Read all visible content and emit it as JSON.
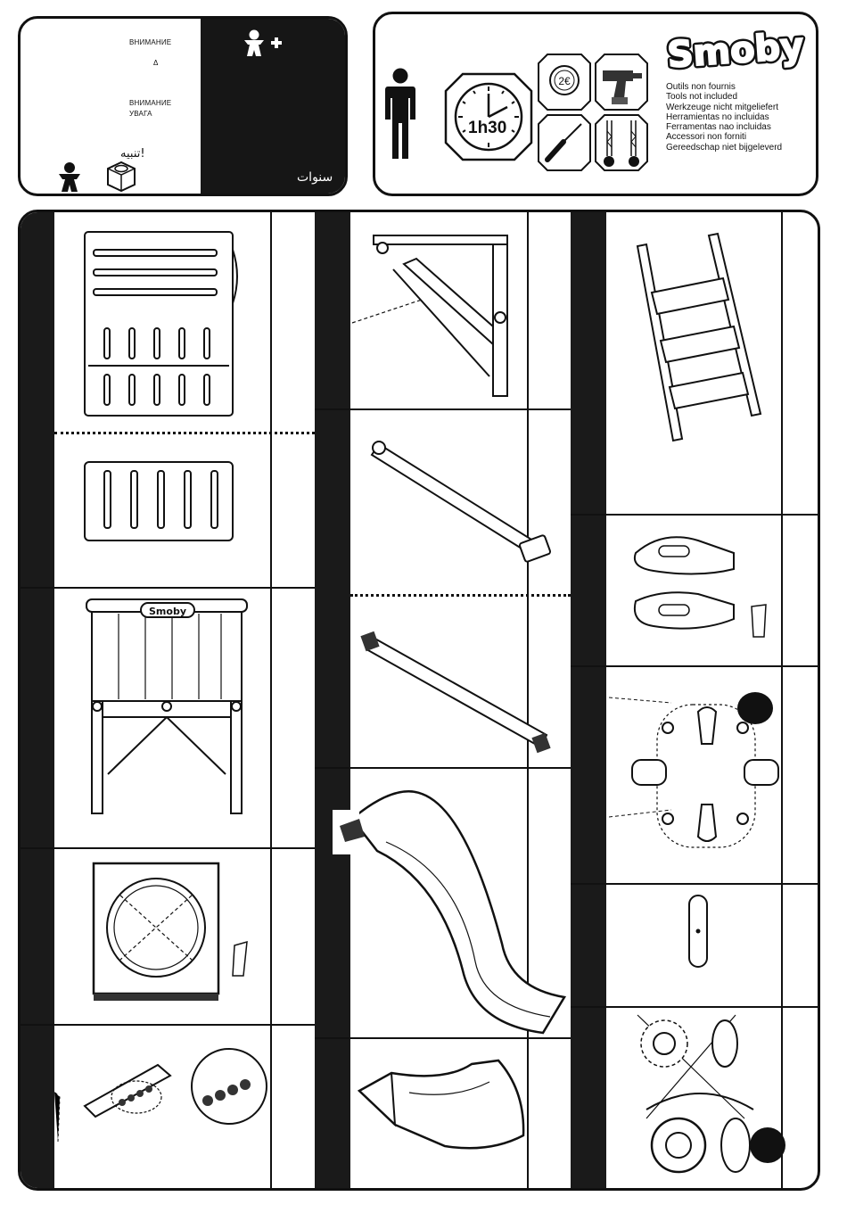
{
  "warnings": {
    "line1": "ВНИМАНИЕ",
    "line2": "Δ",
    "line3": "ВНИМАНИЕ",
    "line4": "УВАГА",
    "arabic_warning": "تنبيه!",
    "arabic_years": "سنوات",
    "age_icon": "child-plus-icon"
  },
  "assembly": {
    "time": "1h30",
    "persons": 1,
    "brand": "Smoby",
    "tools_not_included": [
      "Outils non  fournis",
      "Tools not included",
      "Werkzeuge nicht mitgeliefert",
      "Herramientas no incluidas",
      "Ferramentas nao incluidas",
      "Accessori non forniti",
      "Gereedschap niet bijgeleverd"
    ]
  },
  "parts": {
    "logo_label": "Smoby"
  }
}
